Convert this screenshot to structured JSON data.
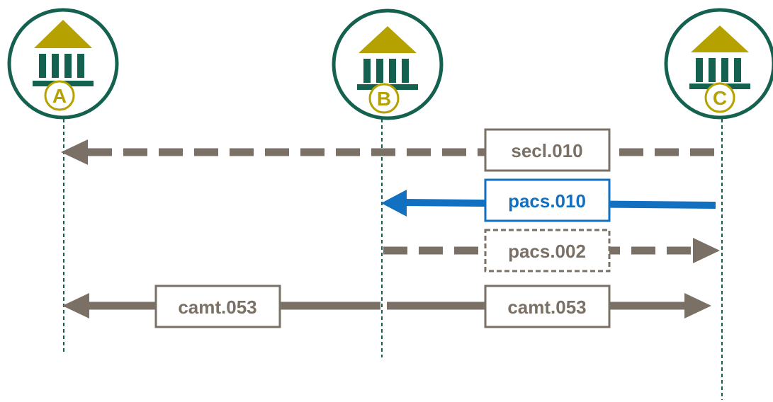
{
  "colors": {
    "node_ring": "#14614F",
    "roof": "#B5A100",
    "columns": "#14614F",
    "letter": "#B5A100",
    "arrow_gray": "#7A7065",
    "arrow_blue": "#1270C0",
    "lifeline": "#14614F"
  },
  "nodes": [
    {
      "id": "A",
      "letter": "A",
      "icon": "bank-icon"
    },
    {
      "id": "B",
      "letter": "B",
      "icon": "bank-icon"
    },
    {
      "id": "C",
      "letter": "C",
      "icon": "bank-icon"
    }
  ],
  "messages": [
    {
      "id": "secl-010",
      "label": "secl.010",
      "from": "C",
      "to": "A",
      "style": "dashed",
      "color": "gray",
      "box": "solid"
    },
    {
      "id": "pacs-010",
      "label": "pacs.010",
      "from": "C",
      "to": "B",
      "style": "solid",
      "color": "blue",
      "box": "solid"
    },
    {
      "id": "pacs-002",
      "label": "pacs.002",
      "from": "B",
      "to": "C",
      "style": "dashed",
      "color": "gray",
      "box": "dashed"
    },
    {
      "id": "camt-053-a",
      "label": "camt.053",
      "from": "B",
      "to": "A",
      "style": "solid",
      "color": "gray",
      "box": "solid"
    },
    {
      "id": "camt-053-c",
      "label": "camt.053",
      "from": "B",
      "to": "C",
      "style": "solid",
      "color": "gray",
      "box": "solid"
    }
  ]
}
